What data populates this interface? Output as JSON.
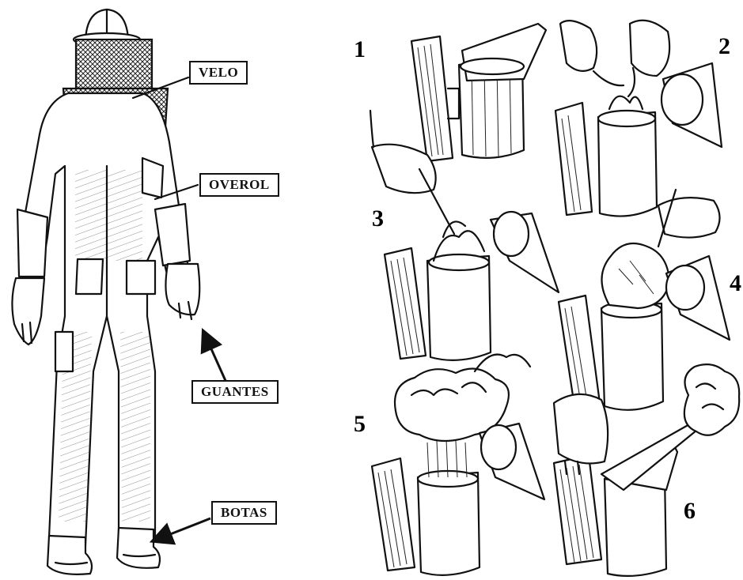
{
  "suit_labels": {
    "velo": "VELO",
    "overol": "OVEROL",
    "guantes": "GUANTES",
    "botas": "BOTAS"
  },
  "steps": [
    "1",
    "2",
    "3",
    "4",
    "5",
    "6"
  ],
  "colors": {
    "ink": "#111111",
    "paper": "#ffffff"
  }
}
